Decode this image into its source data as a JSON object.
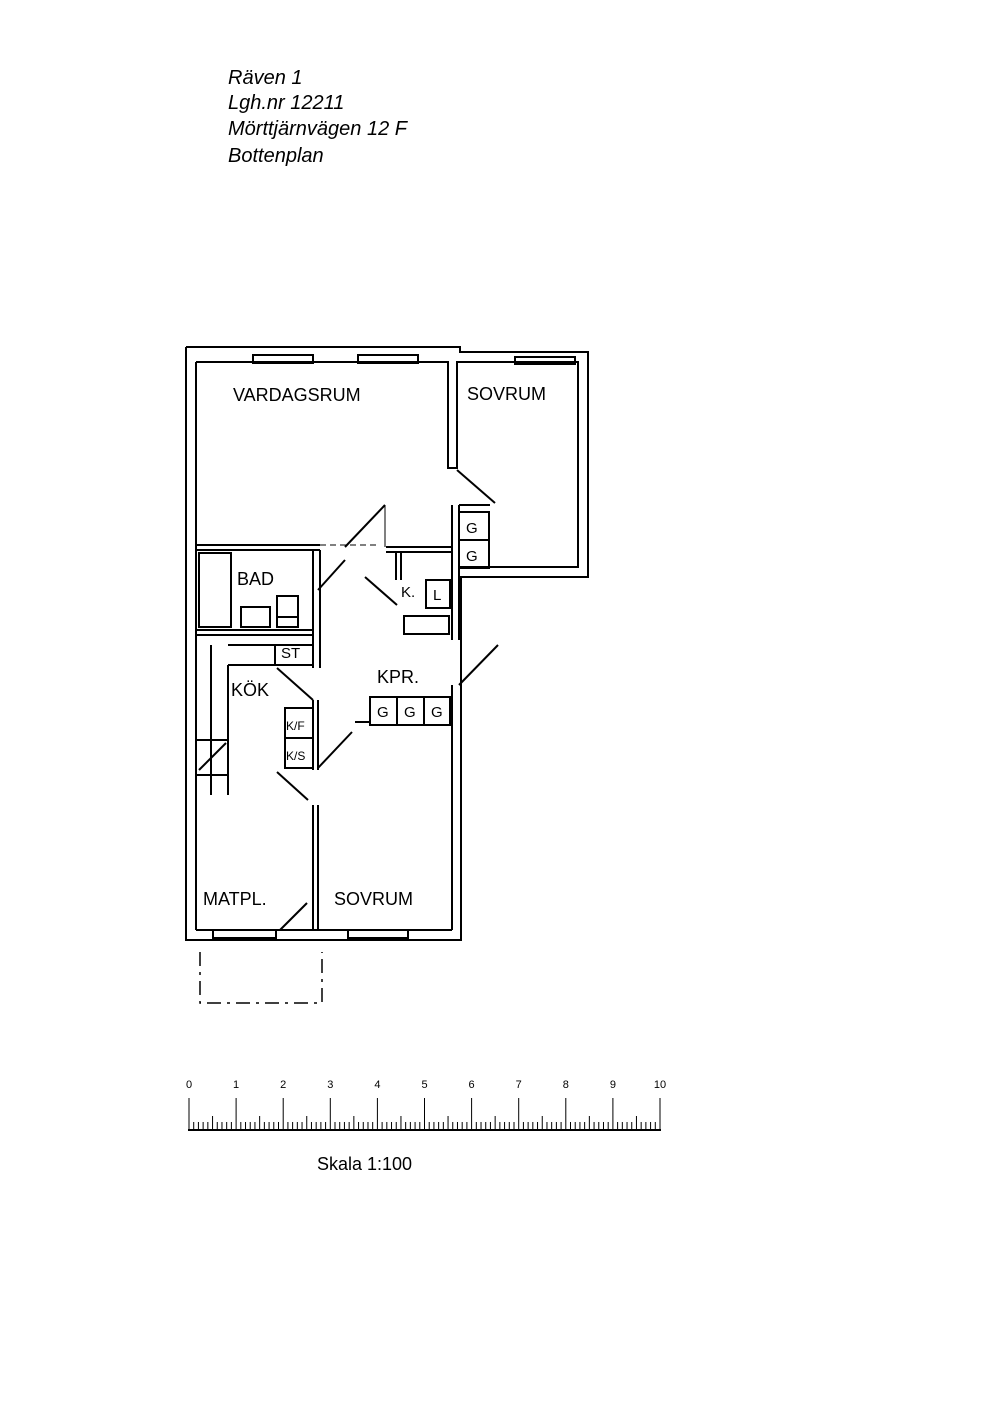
{
  "header": {
    "property": "Räven 1",
    "apartment_number": "Lgh.nr  12211",
    "address": "Mörttjärnvägen 12 F",
    "floor": "Bottenplan"
  },
  "rooms": {
    "living_room": "VARDAGSRUM",
    "bedroom_1": "SOVRUM",
    "bathroom": "BAD",
    "closet_k": "K.",
    "closet_l": "L",
    "wardrobe_g": "G",
    "storage_st": "ST",
    "kitchen": "KÖK",
    "hall": "KPR.",
    "fridge": "K/F",
    "freezer": "K/S",
    "dining": "MATPL.",
    "bedroom_2": "SOVRUM"
  },
  "scale_bar": {
    "ticks": [
      "0",
      "1",
      "2",
      "3",
      "4",
      "5",
      "6",
      "7",
      "8",
      "9",
      "10"
    ],
    "label": "Skala 1:100"
  }
}
